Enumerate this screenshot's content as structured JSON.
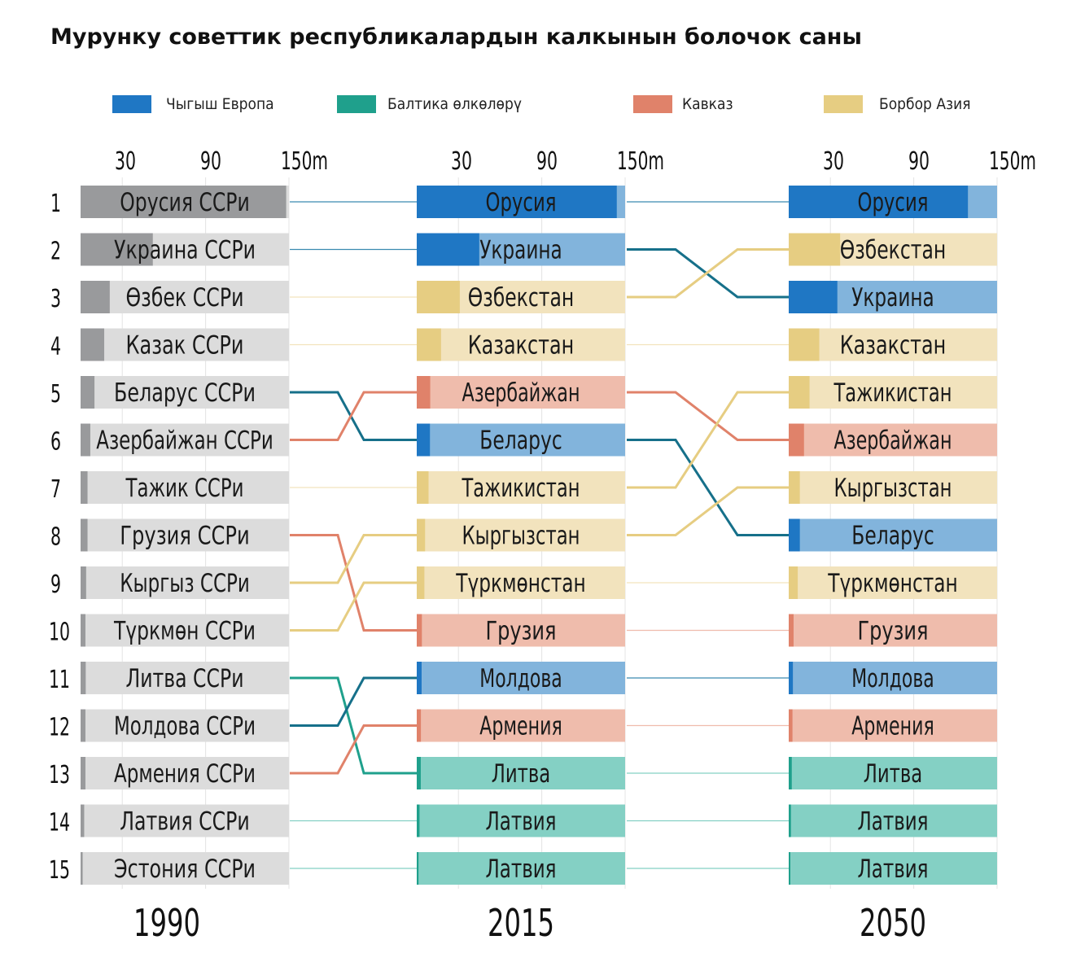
{
  "title": "Мурунку советтик республикалардын калкынын болочок саны",
  "chart_data": {
    "type": "bar",
    "title": "Мурунку советтик республикалардын калкынын болочок саны",
    "legend": [
      {
        "name": "Чыгыш Европа",
        "color": "#1f77c4",
        "light": "#82b4dc"
      },
      {
        "name": "Балтика өлкөлөрү",
        "color": "#1fa08c",
        "light": "#84d0c4"
      },
      {
        "name": "Кавказ",
        "color": "#e0826a",
        "light": "#efbcac"
      },
      {
        "name": "Борбор Азия",
        "color": "#e6cd82",
        "light": "#f2e3bd"
      }
    ],
    "soviet_color": "#999a9c",
    "soviet_light": "#dcdcdc",
    "axis_ticks": [
      "30",
      "90",
      "150m"
    ],
    "xlim": [
      0,
      150
    ],
    "ranks": [
      "1",
      "2",
      "3",
      "4",
      "5",
      "6",
      "7",
      "8",
      "9",
      "10",
      "11",
      "12",
      "13",
      "14",
      "15"
    ],
    "panels": [
      {
        "year": "1990",
        "rows": [
          {
            "label": "Орусия ССРи",
            "region": 0,
            "value": 148
          },
          {
            "label": "Украина ССРи",
            "region": 0,
            "value": 52
          },
          {
            "label": "Өзбек ССРи",
            "region": 3,
            "value": 21
          },
          {
            "label": "Казак ССРи",
            "region": 3,
            "value": 17
          },
          {
            "label": "Беларус ССРи",
            "region": 0,
            "value": 10
          },
          {
            "label": "Азербайжан ССРи",
            "region": 2,
            "value": 7
          },
          {
            "label": "Тажик ССРи",
            "region": 3,
            "value": 5
          },
          {
            "label": "Грузия ССРи",
            "region": 2,
            "value": 5
          },
          {
            "label": "Кыргыз ССРи",
            "region": 3,
            "value": 4
          },
          {
            "label": "Түркмөн ССРи",
            "region": 3,
            "value": 3.5
          },
          {
            "label": "Литва ССРи",
            "region": 1,
            "value": 3.7
          },
          {
            "label": "Молдова ССРи",
            "region": 0,
            "value": 3.5
          },
          {
            "label": "Армения ССРи",
            "region": 2,
            "value": 3.5
          },
          {
            "label": "Латвия ССРи",
            "region": 1,
            "value": 2.6
          },
          {
            "label": "Эстония ССРи",
            "region": 1,
            "value": 1.5
          }
        ]
      },
      {
        "year": "2015",
        "rows": [
          {
            "label": "Орусия",
            "region": 0,
            "value": 144
          },
          {
            "label": "Украина",
            "region": 0,
            "value": 45
          },
          {
            "label": "Өзбекстан",
            "region": 3,
            "value": 31
          },
          {
            "label": "Казакстан",
            "region": 3,
            "value": 17.5
          },
          {
            "label": "Азербайжан",
            "region": 2,
            "value": 9.7
          },
          {
            "label": "Беларус",
            "region": 0,
            "value": 9.5
          },
          {
            "label": "Тажикистан",
            "region": 3,
            "value": 8.5
          },
          {
            "label": "Кыргызстан",
            "region": 3,
            "value": 6
          },
          {
            "label": "Түркмөнстан",
            "region": 3,
            "value": 5.5
          },
          {
            "label": "Грузия",
            "region": 2,
            "value": 3.7
          },
          {
            "label": "Молдова",
            "region": 0,
            "value": 3.5
          },
          {
            "label": "Армения",
            "region": 2,
            "value": 3
          },
          {
            "label": "Литва",
            "region": 1,
            "value": 2.9
          },
          {
            "label": "Латвия",
            "region": 1,
            "value": 2
          },
          {
            "label": "Латвия",
            "region": 1,
            "value": 1.3
          }
        ]
      },
      {
        "year": "2050",
        "rows": [
          {
            "label": "Орусия",
            "region": 0,
            "value": 129
          },
          {
            "label": "Өзбекстан",
            "region": 3,
            "value": 37
          },
          {
            "label": "Украина",
            "region": 0,
            "value": 35
          },
          {
            "label": "Казакстан",
            "region": 3,
            "value": 22
          },
          {
            "label": "Тажикистан",
            "region": 3,
            "value": 15
          },
          {
            "label": "Азербайжан",
            "region": 2,
            "value": 11
          },
          {
            "label": "Кыргызстан",
            "region": 3,
            "value": 8
          },
          {
            "label": "Беларус",
            "region": 0,
            "value": 8
          },
          {
            "label": "Түркмөнстан",
            "region": 3,
            "value": 6.5
          },
          {
            "label": "Грузия",
            "region": 2,
            "value": 3.5
          },
          {
            "label": "Молдова",
            "region": 0,
            "value": 3
          },
          {
            "label": "Армения",
            "region": 2,
            "value": 2.7
          },
          {
            "label": "Литва",
            "region": 1,
            "value": 2.2
          },
          {
            "label": "Латвия",
            "region": 1,
            "value": 1.6
          },
          {
            "label": "Латвия",
            "region": 1,
            "value": 1.1
          }
        ]
      }
    ],
    "connections": [
      {
        "from": [
          0,
          0
        ],
        "to": [
          1,
          0
        ],
        "region": 0,
        "bold": false
      },
      {
        "from": [
          0,
          1
        ],
        "to": [
          1,
          1
        ],
        "region": 0,
        "bold": false
      },
      {
        "from": [
          0,
          2
        ],
        "to": [
          1,
          2
        ],
        "region": 3,
        "bold": false
      },
      {
        "from": [
          0,
          3
        ],
        "to": [
          1,
          3
        ],
        "region": 3,
        "bold": false
      },
      {
        "from": [
          0,
          4
        ],
        "to": [
          1,
          5
        ],
        "region": 0,
        "bold": true
      },
      {
        "from": [
          0,
          5
        ],
        "to": [
          1,
          4
        ],
        "region": 2,
        "bold": true
      },
      {
        "from": [
          0,
          6
        ],
        "to": [
          1,
          6
        ],
        "region": 3,
        "bold": false
      },
      {
        "from": [
          0,
          7
        ],
        "to": [
          1,
          9
        ],
        "region": 2,
        "bold": true
      },
      {
        "from": [
          0,
          8
        ],
        "to": [
          1,
          7
        ],
        "region": 3,
        "bold": true
      },
      {
        "from": [
          0,
          9
        ],
        "to": [
          1,
          8
        ],
        "region": 3,
        "bold": true
      },
      {
        "from": [
          0,
          10
        ],
        "to": [
          1,
          12
        ],
        "region": 1,
        "bold": true
      },
      {
        "from": [
          0,
          11
        ],
        "to": [
          1,
          10
        ],
        "region": 0,
        "bold": true
      },
      {
        "from": [
          0,
          12
        ],
        "to": [
          1,
          11
        ],
        "region": 2,
        "bold": true
      },
      {
        "from": [
          0,
          13
        ],
        "to": [
          1,
          13
        ],
        "region": 1,
        "bold": false
      },
      {
        "from": [
          0,
          14
        ],
        "to": [
          1,
          14
        ],
        "region": 1,
        "bold": false
      },
      {
        "from": [
          1,
          0
        ],
        "to": [
          2,
          0
        ],
        "region": 0,
        "bold": false
      },
      {
        "from": [
          1,
          1
        ],
        "to": [
          2,
          2
        ],
        "region": 0,
        "bold": true
      },
      {
        "from": [
          1,
          2
        ],
        "to": [
          2,
          1
        ],
        "region": 3,
        "bold": true
      },
      {
        "from": [
          1,
          3
        ],
        "to": [
          2,
          3
        ],
        "region": 3,
        "bold": false
      },
      {
        "from": [
          1,
          4
        ],
        "to": [
          2,
          5
        ],
        "region": 2,
        "bold": true
      },
      {
        "from": [
          1,
          5
        ],
        "to": [
          2,
          7
        ],
        "region": 0,
        "bold": true
      },
      {
        "from": [
          1,
          6
        ],
        "to": [
          2,
          4
        ],
        "region": 3,
        "bold": true
      },
      {
        "from": [
          1,
          7
        ],
        "to": [
          2,
          6
        ],
        "region": 3,
        "bold": true
      },
      {
        "from": [
          1,
          8
        ],
        "to": [
          2,
          8
        ],
        "region": 3,
        "bold": false
      },
      {
        "from": [
          1,
          9
        ],
        "to": [
          2,
          9
        ],
        "region": 2,
        "bold": false
      },
      {
        "from": [
          1,
          10
        ],
        "to": [
          2,
          10
        ],
        "region": 0,
        "bold": false
      },
      {
        "from": [
          1,
          11
        ],
        "to": [
          2,
          11
        ],
        "region": 2,
        "bold": false
      },
      {
        "from": [
          1,
          12
        ],
        "to": [
          2,
          12
        ],
        "region": 1,
        "bold": false
      },
      {
        "from": [
          1,
          13
        ],
        "to": [
          2,
          13
        ],
        "region": 1,
        "bold": false
      },
      {
        "from": [
          1,
          14
        ],
        "to": [
          2,
          14
        ],
        "region": 1,
        "bold": false
      }
    ]
  }
}
